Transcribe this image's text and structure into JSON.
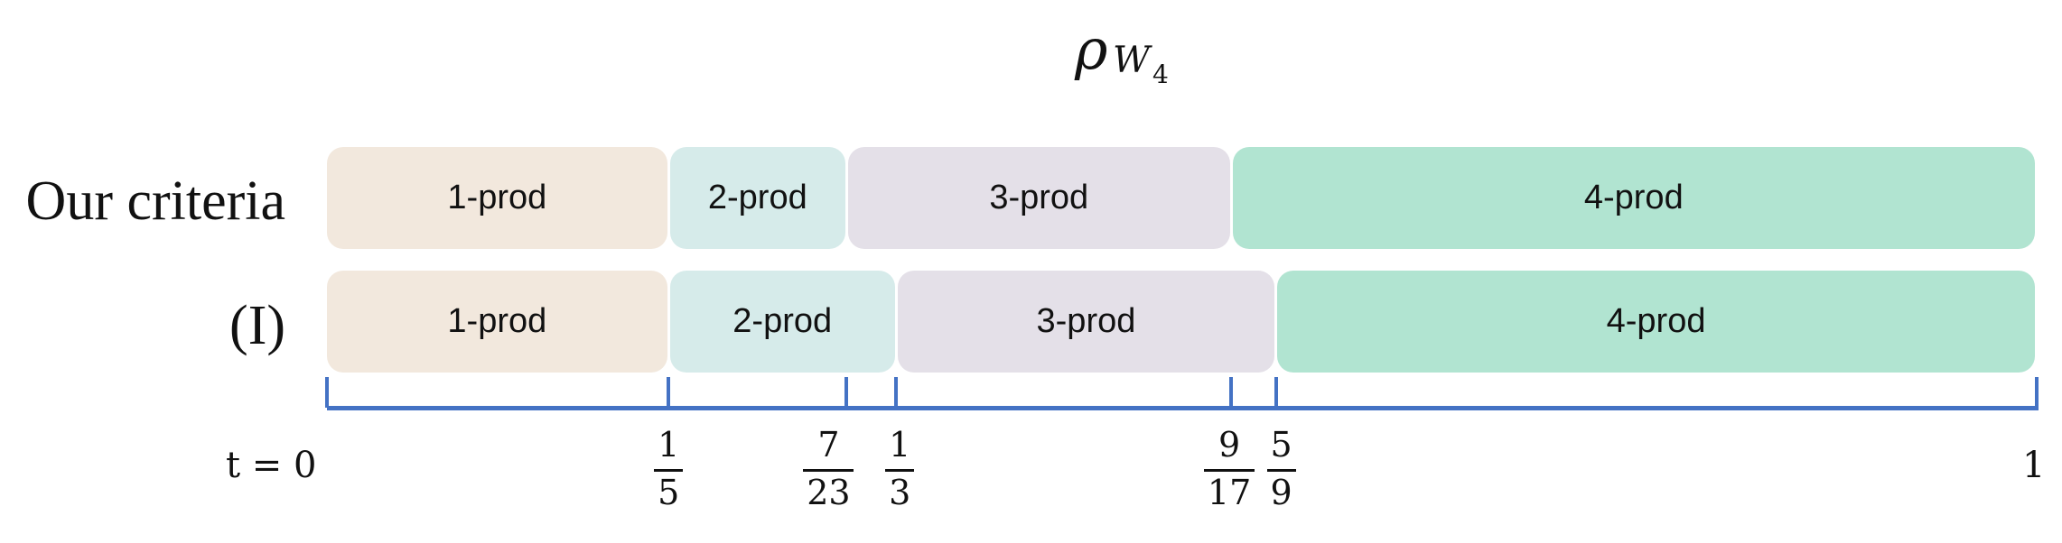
{
  "title": {
    "symbol": "ρ",
    "subscript": "W",
    "sub_subscript": "4"
  },
  "rows": [
    {
      "label": "Our criteria",
      "segments": [
        {
          "label": "1-prod",
          "start": 0,
          "end": 0.2,
          "color": "#f2e8dd"
        },
        {
          "label": "2-prod",
          "start": 0.2,
          "end": 0.3043,
          "color": "#d6ebea"
        },
        {
          "label": "3-prod",
          "start": 0.3043,
          "end": 0.5294,
          "color": "#e4e0e8"
        },
        {
          "label": "4-prod",
          "start": 0.5294,
          "end": 1,
          "color": "#b1e4d1"
        }
      ]
    },
    {
      "label": "(I)",
      "segments": [
        {
          "label": "1-prod",
          "start": 0,
          "end": 0.2,
          "color": "#f2e8dd"
        },
        {
          "label": "2-prod",
          "start": 0.2,
          "end": 0.3333,
          "color": "#d6ebea"
        },
        {
          "label": "3-prod",
          "start": 0.3333,
          "end": 0.5556,
          "color": "#e4e0e8"
        },
        {
          "label": "4-prod",
          "start": 0.5556,
          "end": 1,
          "color": "#b1e4d1"
        }
      ]
    }
  ],
  "axis": {
    "color": "#4472c4",
    "ticks": [
      {
        "value": 0,
        "label": "t = 0"
      },
      {
        "value": 0.2,
        "num": "1",
        "den": "5"
      },
      {
        "value": 0.3043,
        "num": "7",
        "den": "23"
      },
      {
        "value": 0.3333,
        "num": "1",
        "den": "3"
      },
      {
        "value": 0.5294,
        "num": "9",
        "den": "17"
      },
      {
        "value": 0.5556,
        "num": "5",
        "den": "9"
      },
      {
        "value": 1,
        "label": "1"
      }
    ]
  }
}
